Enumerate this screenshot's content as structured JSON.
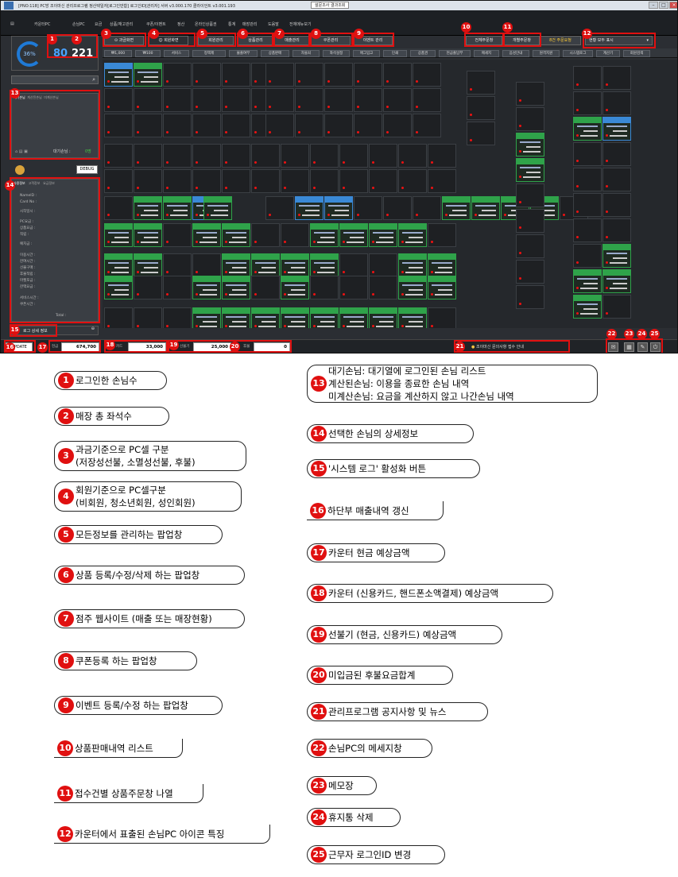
{
  "app": {
    "title": "[PNO:118] PC방 조이마신 관리프로그램 정산택일자[로그인만함] 로그인ID[관리자] 서버 v3.000.170 클라이언트 v3.001.193",
    "center_button": "설문조사 결과조회"
  },
  "menu": [
    "카운터PC",
    "손님PC",
    "요금",
    "상품/재고관리",
    "쿠폰/이벤트",
    "정산",
    "온라인상품권",
    "통계",
    "매장관리",
    "도움말",
    "전체메뉴보기"
  ],
  "counter": {
    "gauge": "36%",
    "logged_in": "80",
    "total_seats": "221"
  },
  "mode_buttons": {
    "charge_view": "과금화면",
    "member_view": "회원화면",
    "member_mgmt": "회원관리",
    "product_mgmt": "상품관리",
    "sales_status": "매출관리",
    "coupon_mgmt": "쿠폰관리",
    "event_mgmt": "이벤트 관리",
    "sales_list": "전체주문창",
    "order_list": "개별주문창",
    "notice": "8건 주문요청",
    "filter_select": "현황 모두 표시"
  },
  "toolbar": [
    "₩1,000",
    "₩100",
    "서비스",
    "정액제",
    "불출여부",
    "상품판매",
    "자물쇠",
    "좌석설정",
    "매그입고",
    "인쇄",
    "상품권",
    "현금출납부",
    "메세지",
    "음성안내",
    "원격지원",
    "시스템로그",
    "계산기",
    "회원검색"
  ],
  "side_panel": {
    "tabs": [
      "대기손님",
      "계산된손님",
      "미계산손님"
    ],
    "waiting_label": "대기손님 :",
    "waiting_count": "0명",
    "debug_button": "DEBUG",
    "detail_tabs": [
      "사용정보",
      "고객정보",
      "요금정보"
    ],
    "detail_fields": [
      "NameID :",
      "Card No :",
      "시작일시 :",
      "PC요금 :",
      "상품요금 :",
      "적립 :",
      "예치금 :",
      "이용시간 :",
      "잔여시간 :",
      "선불구매 :",
      "후불적립 :",
      "마켓포금 :",
      "잔액요금 :",
      "서비스시간 :",
      "쿠폰시간 :"
    ],
    "total_label": "Total :",
    "syslog_button": "로그 상세 정보"
  },
  "statusbar": {
    "update_button": "UPDATE",
    "cash_label": "현금",
    "cash_value": "674,700",
    "card_label": "카드",
    "card_value": "33,000",
    "prepaid_label": "선불기",
    "prepaid_value": "25,000",
    "unpaid_label": "후불",
    "unpaid_value": "0",
    "news": "조이마신 문의사항 접수 안내"
  },
  "legend": [
    {
      "n": "1",
      "text": "로그인한 손님수"
    },
    {
      "n": "2",
      "text": "매장 총 좌석수"
    },
    {
      "n": "3",
      "text": "과금기준으로 PC셀 구분",
      "text2": "(저장성선불, 소멸성선불, 후불)"
    },
    {
      "n": "4",
      "text": "회원기준으로 PC셀구분",
      "text2": "(비회원, 청소년회원, 성인회원)"
    },
    {
      "n": "5",
      "text": "모든정보를 관리하는 팝업창"
    },
    {
      "n": "6",
      "text": "상품 등록/수정/삭제 하는 팝업창"
    },
    {
      "n": "7",
      "text": "점주 웹사이트 (매출 또는 매장현황)"
    },
    {
      "n": "8",
      "text": "쿠폰등록 하는 팝업창"
    },
    {
      "n": "9",
      "text": "이벤트 등록/수정 하는 팝업창"
    },
    {
      "n": "10",
      "text": "상품판매내역 리스트"
    },
    {
      "n": "11",
      "text": "접수건별 상품주문창 나열"
    },
    {
      "n": "12",
      "text": "카운터에서 표출된 손님PC 아이콘 특징"
    },
    {
      "n": "13",
      "text": "대기손님: 대기열에 로그인된 손님 리스트",
      "text2": "계산된손님: 이용을 종료한 손님 내역",
      "text3": "미계산손님: 요금을 계산하지 않고 나간손님 내역"
    },
    {
      "n": "14",
      "text": "선택한 손님의 상세정보"
    },
    {
      "n": "15",
      "text": "'시스템 로그' 활성화 버튼"
    },
    {
      "n": "16",
      "text": "하단부 매출내역 갱신"
    },
    {
      "n": "17",
      "text": "카운터 현금 예상금액"
    },
    {
      "n": "18",
      "text": "카운터 (신용카드, 핸드폰소액결제) 예상금액"
    },
    {
      "n": "19",
      "text": "선불기 (현금, 신용카드) 예상금액"
    },
    {
      "n": "20",
      "text": "미입금된 후불요금합계"
    },
    {
      "n": "21",
      "text": "관리프로그램 공지사항 및 뉴스"
    },
    {
      "n": "22",
      "text": "손님PC의 메세지창"
    },
    {
      "n": "23",
      "text": "메모장"
    },
    {
      "n": "24",
      "text": "휴지통 삭제"
    },
    {
      "n": "25",
      "text": "근무자 로그인ID 변경"
    }
  ],
  "colors": {
    "marker": "#e01010",
    "active_seat": "#2fa34a",
    "member_seat": "#3a89d6",
    "dark_bg": "#2b2e33"
  }
}
